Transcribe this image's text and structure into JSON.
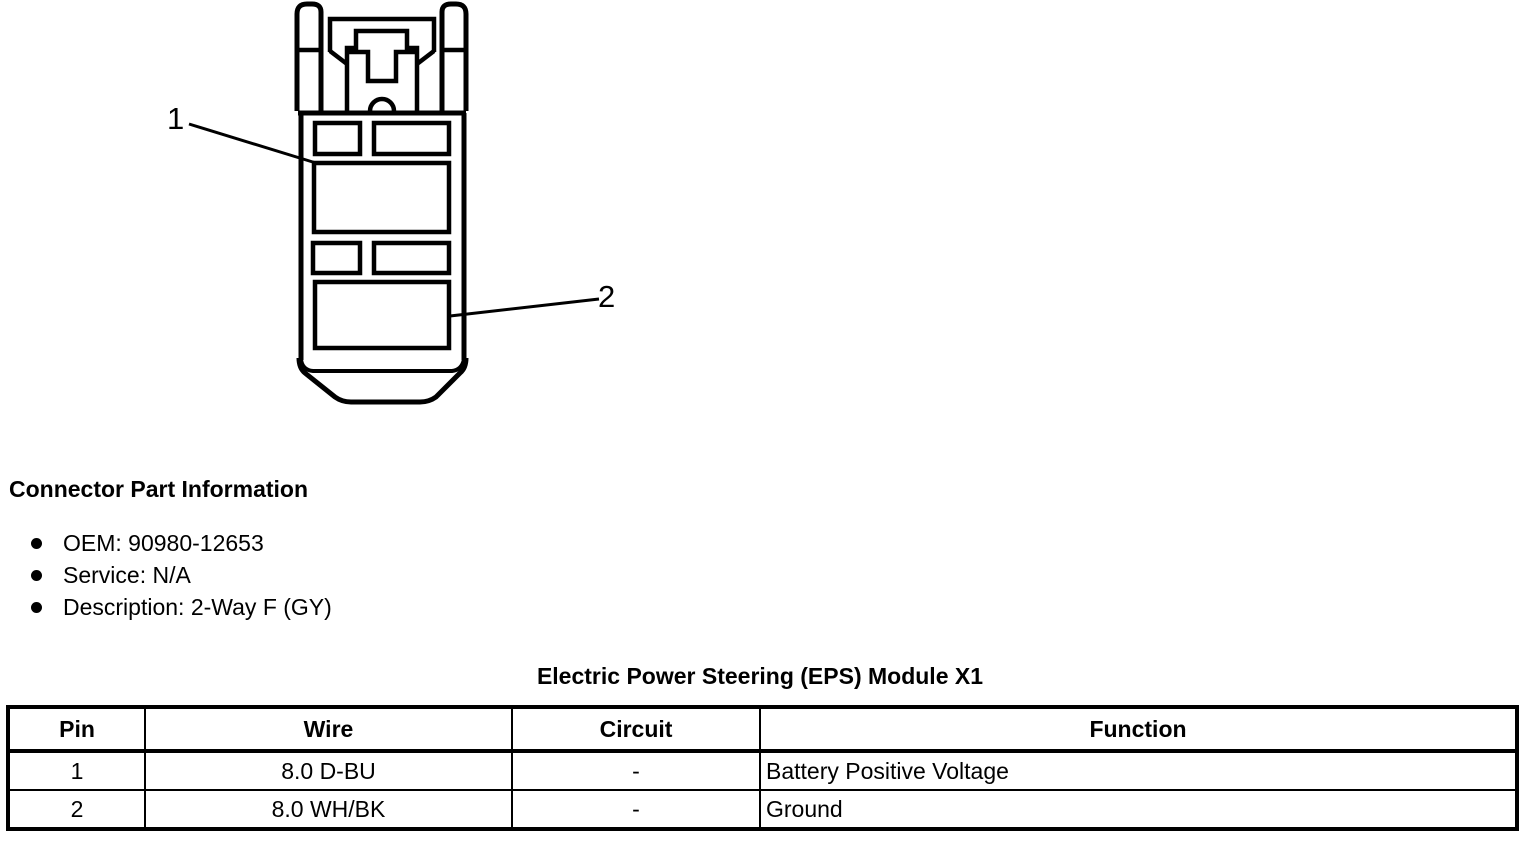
{
  "diagram": {
    "callouts": [
      {
        "label": "1"
      },
      {
        "label": "2"
      }
    ]
  },
  "part_info": {
    "heading": "Connector Part Information",
    "items": [
      "OEM: 90980-12653",
      "Service: N/A",
      "Description: 2-Way F (GY)"
    ]
  },
  "pinout": {
    "title": "Electric Power Steering (EPS) Module X1",
    "headers": [
      "Pin",
      "Wire",
      "Circuit",
      "Function"
    ],
    "rows": [
      [
        "1",
        "8.0 D-BU",
        "-",
        "Battery Positive Voltage"
      ],
      [
        "2",
        "8.0 WH/BK",
        "-",
        "Ground"
      ]
    ]
  },
  "colors": {
    "ink": "#000000",
    "background": "#ffffff"
  }
}
